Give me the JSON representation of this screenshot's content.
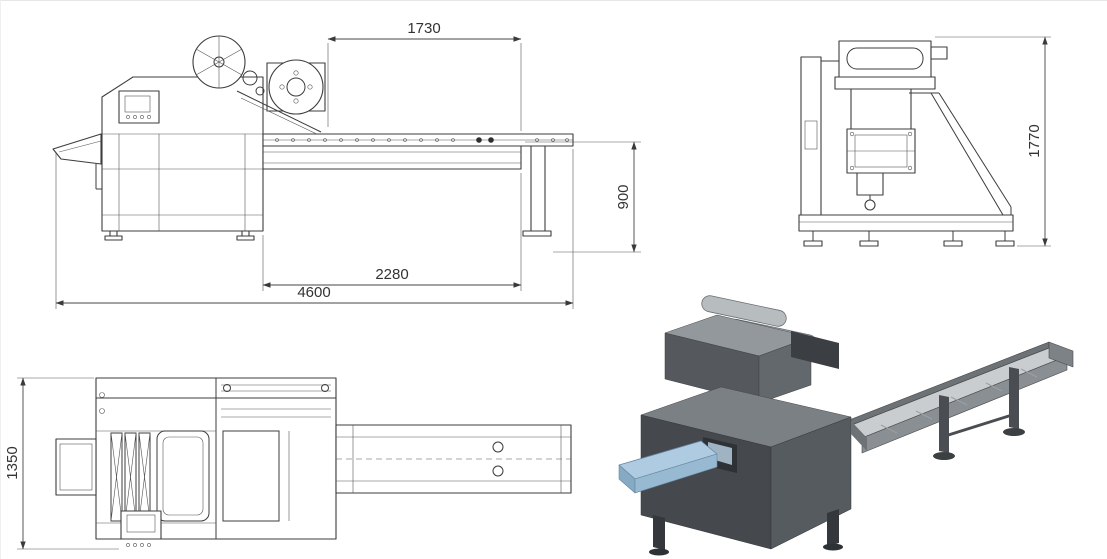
{
  "dimensions": {
    "side_view": [
      {
        "name": "upper-section-length",
        "value": "1730"
      },
      {
        "name": "conveyor-height",
        "value": "900"
      },
      {
        "name": "discharge-conveyor-length",
        "value": "2280"
      },
      {
        "name": "overall-length",
        "value": "4600"
      }
    ],
    "end_view": [
      {
        "name": "overall-height",
        "value": "1770"
      }
    ],
    "plan_view": [
      {
        "name": "overall-width",
        "value": "1350"
      }
    ]
  },
  "colors": {
    "line": "#3c3c3c",
    "dimension_line": "#444444",
    "dimension_text": "#333333",
    "background": "#ffffff",
    "render_dark_gray": "#45494e",
    "render_mid_gray": "#7b8085",
    "render_light_gray": "#c9cdd0",
    "render_tray_blue": "#aecbe2"
  }
}
